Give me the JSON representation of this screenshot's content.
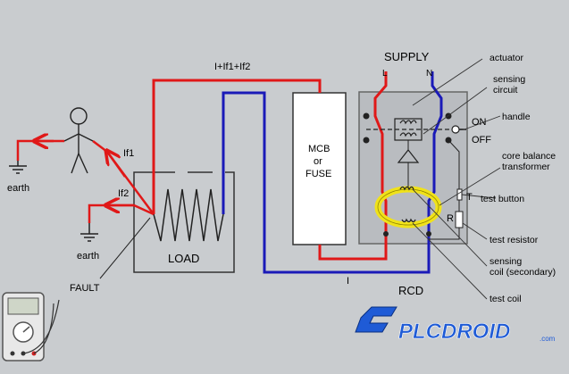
{
  "labels": {
    "supply": "SUPPLY",
    "live": "L",
    "neutral": "N",
    "total_current": "I+If1+If2",
    "if1": "If1",
    "if2": "If2",
    "earth_top": "earth",
    "earth_bottom": "earth",
    "fault": "FAULT",
    "load": "LOAD",
    "mcb_line1": "MCB",
    "mcb_line2": "or",
    "mcb_line3": "FUSE",
    "return_current": "I",
    "rcd": "RCD",
    "on": "ON",
    "off": "OFF",
    "t": "T",
    "r": "R"
  },
  "callouts": {
    "actuator": "actuator",
    "sensing_circuit_1": "sensing",
    "sensing_circuit_2": "circuit",
    "handle": "handle",
    "core_balance_1": "core balance",
    "core_balance_2": "transformer",
    "test_button": "test button",
    "test_resistor": "test resistor",
    "sensing_coil_1": "sensing",
    "sensing_coil_2": "coil (secondary)",
    "test_coil": "test coil"
  },
  "logo": {
    "text": "PLCDROID",
    "suffix": ".com"
  },
  "colors": {
    "background": "#c9cccf",
    "live_wire": "#e01818",
    "neutral_wire": "#1a1ab8",
    "toroid": "#f0e21a",
    "rcd_box": "#b9bcc0",
    "mcb_box": "#ffffff",
    "logo_blue": "#1f5bd6"
  }
}
